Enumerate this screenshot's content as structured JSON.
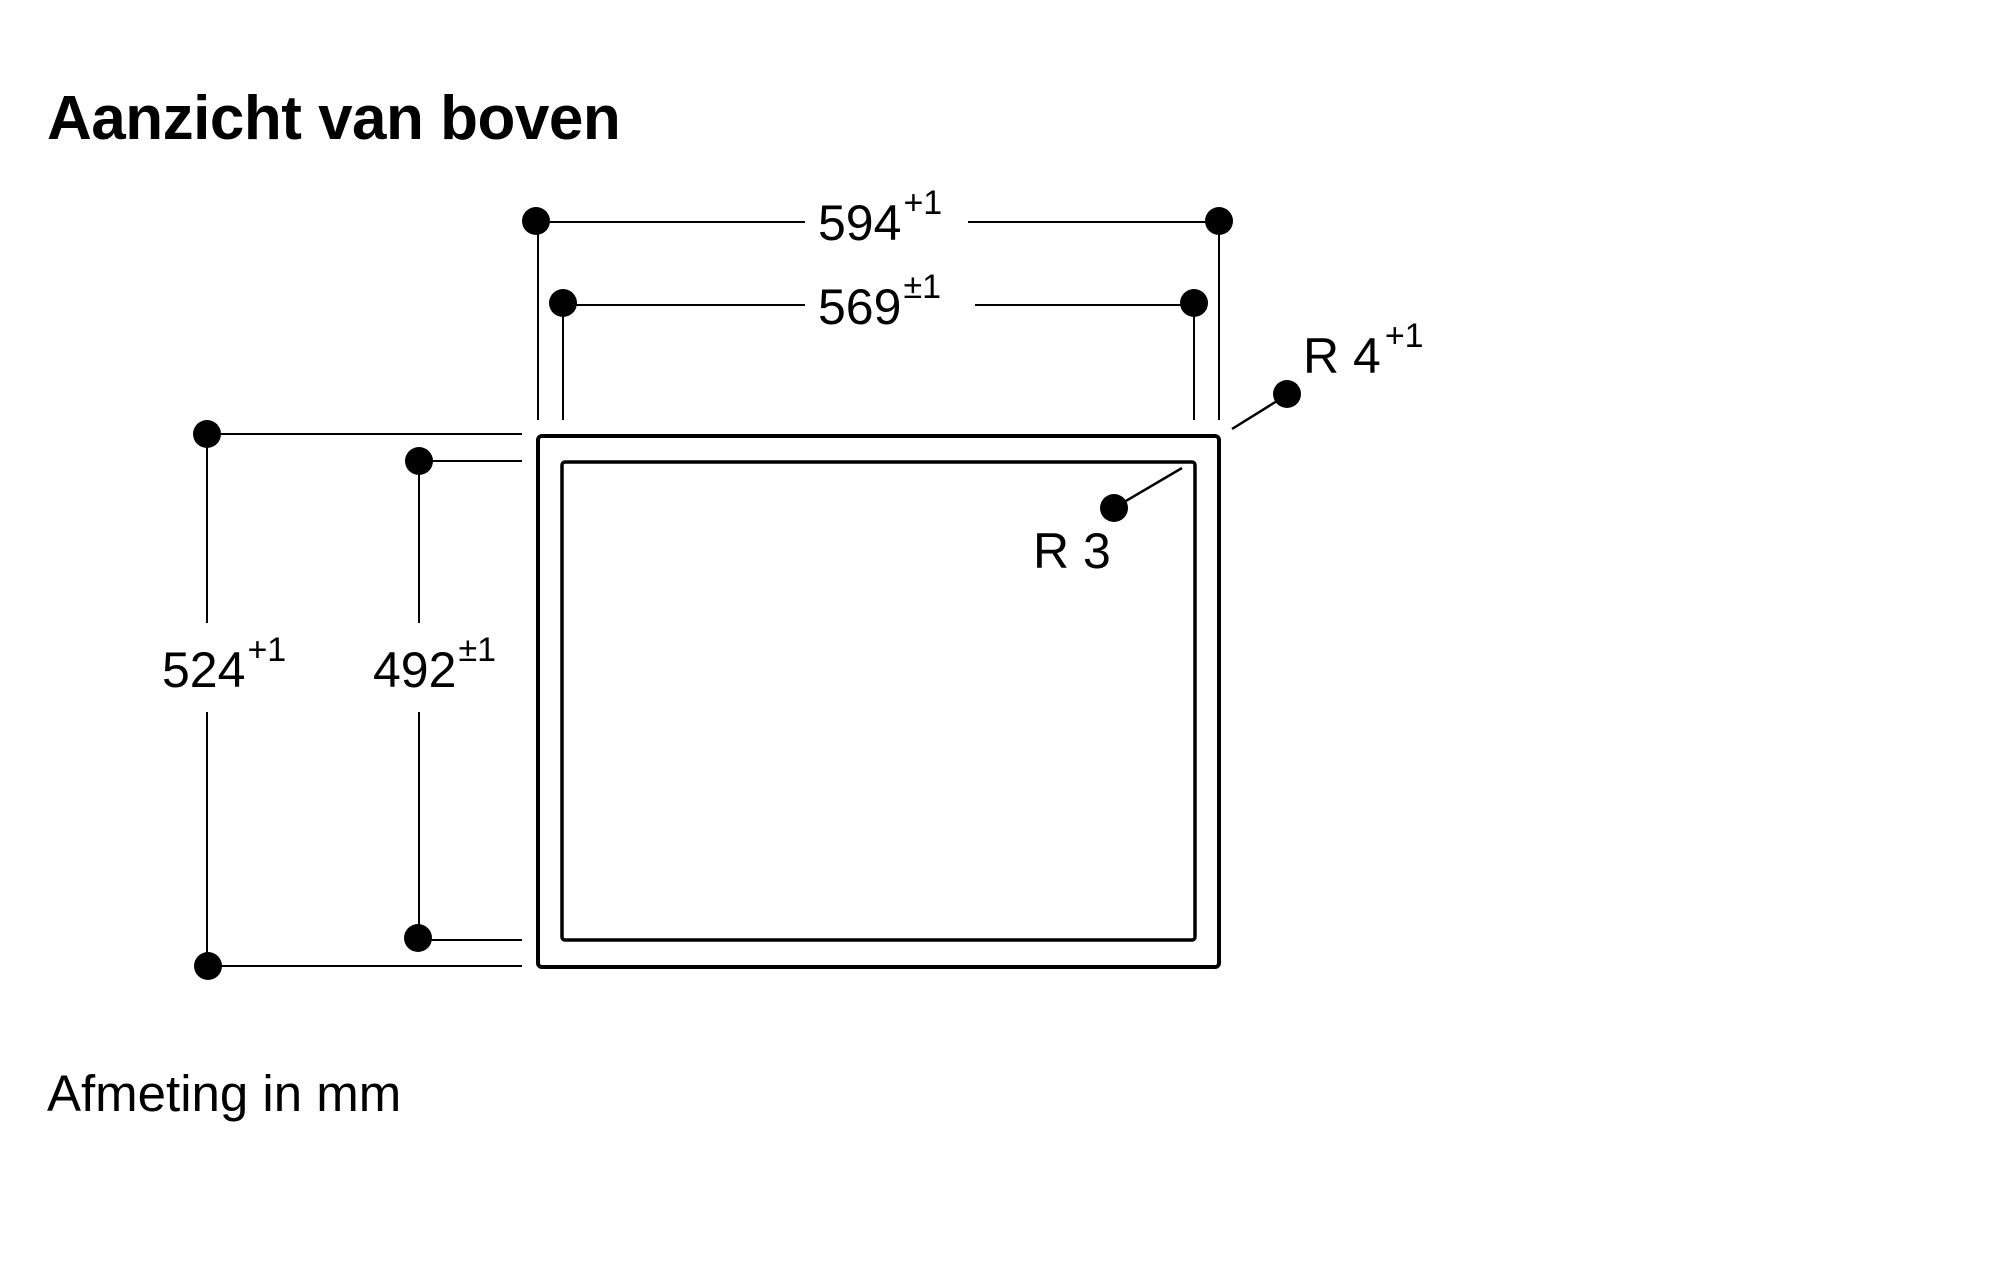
{
  "title": "Aanzicht van boven",
  "footer": "Afmeting in mm",
  "diagram": {
    "colors": {
      "line": "#000000",
      "background": "#ffffff"
    },
    "dimensions": {
      "outer_width": {
        "value": "594",
        "tolerance": "+1"
      },
      "inner_width": {
        "value": "569",
        "tolerance": "±1"
      },
      "outer_depth": {
        "value": "524",
        "tolerance": "+1"
      },
      "inner_depth": {
        "value": "492",
        "tolerance": "±1"
      },
      "outer_radius": {
        "value": "R 4",
        "tolerance": "+1"
      },
      "inner_radius": {
        "value": "R 3",
        "tolerance": ""
      }
    }
  }
}
